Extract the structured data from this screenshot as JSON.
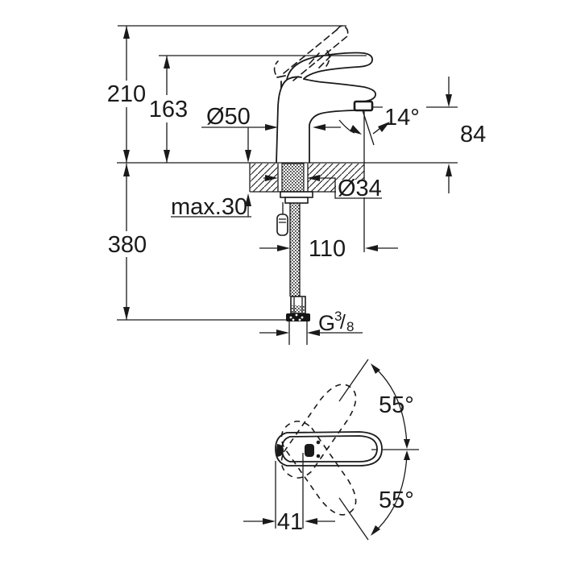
{
  "drawing": {
    "background": "#ffffff",
    "line_color": "#1a1a1a",
    "side_view": {
      "dim_total_height": "210",
      "dim_handle_height": "163",
      "dim_base_diameter": "Ø50",
      "dim_spout_angle": "14°",
      "dim_spout_height": "84",
      "dim_max_deck_thickness": "max.30",
      "dim_hole_diameter": "Ø34",
      "dim_hose_length": "380",
      "dim_spout_reach": "110",
      "thread": {
        "g": "G",
        "numerator": "3",
        "slash": "/",
        "denominator": "8"
      }
    },
    "bottom_view": {
      "dim_swivel_up": "55°",
      "dim_swivel_down": "55°",
      "dim_handle_offset": "41"
    }
  }
}
